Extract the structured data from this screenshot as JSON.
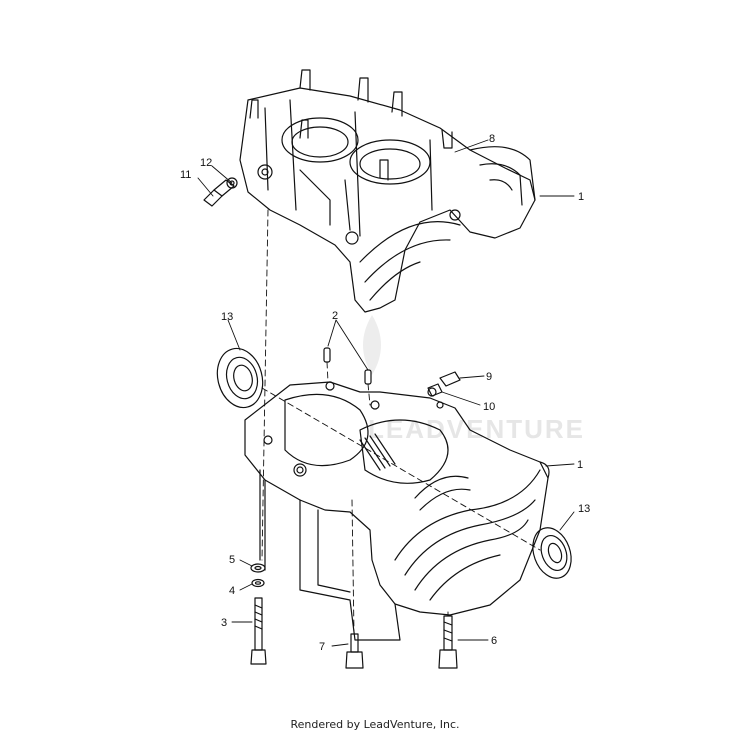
{
  "watermark": "LEADVENTURE",
  "footer": "Rendered by LeadVenture, Inc.",
  "callouts": {
    "c1_upper": "1",
    "c1_lower": "1",
    "c2": "2",
    "c3": "3",
    "c4": "4",
    "c5": "5",
    "c6": "6",
    "c7": "7",
    "c8": "8",
    "c9": "9",
    "c10": "10",
    "c11": "11",
    "c12": "12",
    "c13_left": "13",
    "c13_right": "13"
  }
}
